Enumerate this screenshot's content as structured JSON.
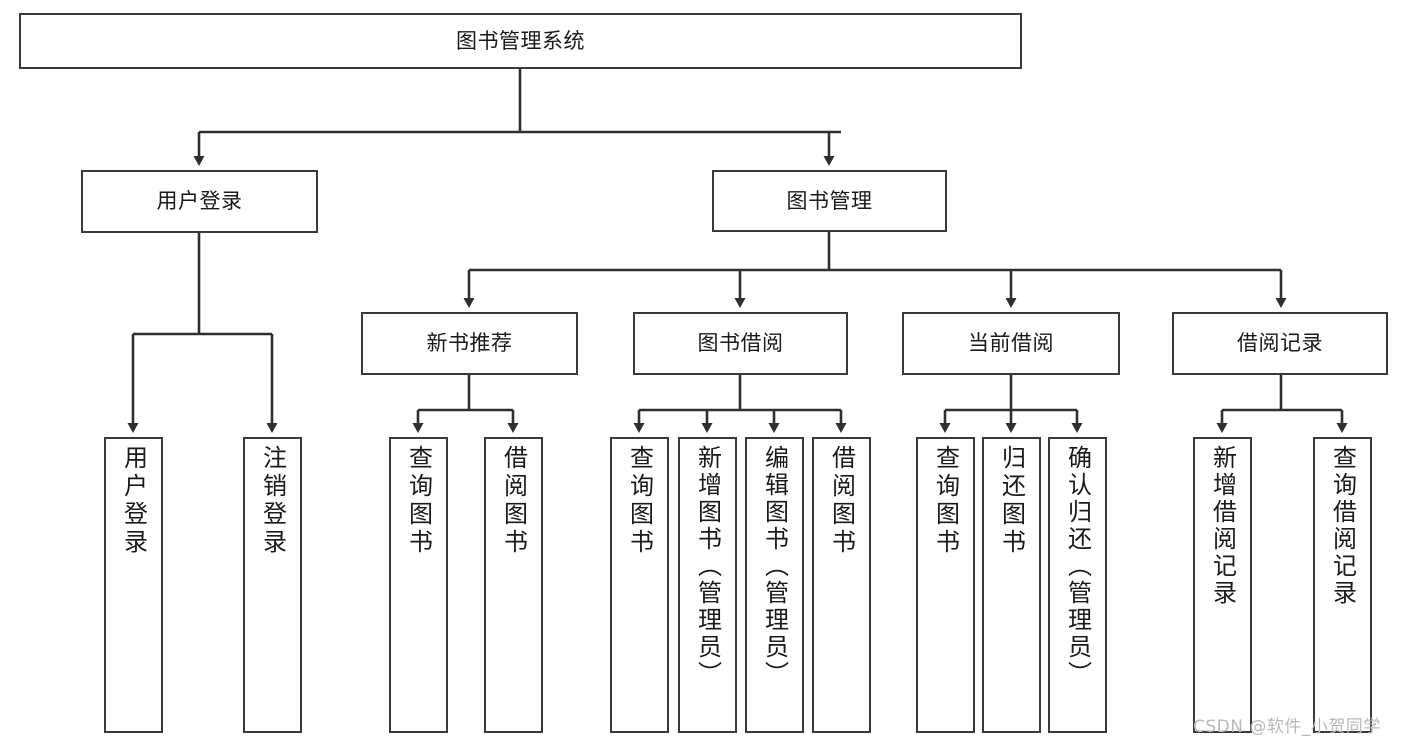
{
  "diagram": {
    "title": "图书管理系统",
    "type": "tree",
    "colors": {
      "box_border": "#3a3a3a",
      "box_fill": "#ffffff",
      "edge": "#2f2f2f",
      "text": "#1a1a1a",
      "watermark": "#b9b9b9",
      "background": "#ffffff"
    },
    "root": {
      "label": "图书管理系统"
    },
    "level2": [
      {
        "label": "用户登录"
      },
      {
        "label": "图书管理"
      }
    ],
    "level3": [
      {
        "label": "新书推荐"
      },
      {
        "label": "图书借阅"
      },
      {
        "label": "当前借阅"
      },
      {
        "label": "借阅记录"
      }
    ],
    "leaves": {
      "user_login": [
        {
          "label": "用户登录"
        },
        {
          "label": "注销登录"
        }
      ],
      "new_book_recommend": [
        {
          "label": "查询图书"
        },
        {
          "label": "借阅图书"
        }
      ],
      "book_borrow": [
        {
          "label": "查询图书"
        },
        {
          "label": "新增图书（管理员）"
        },
        {
          "label": "编辑图书（管理员）"
        },
        {
          "label": "借阅图书"
        }
      ],
      "current_borrow": [
        {
          "label": "查询图书"
        },
        {
          "label": "归还图书"
        },
        {
          "label": "确认归还（管理员）"
        }
      ],
      "borrow_record": [
        {
          "label": "新增借阅记录"
        },
        {
          "label": "查询借阅记录"
        }
      ]
    }
  },
  "watermark": {
    "text": "CSDN @软件_小贺同学"
  }
}
